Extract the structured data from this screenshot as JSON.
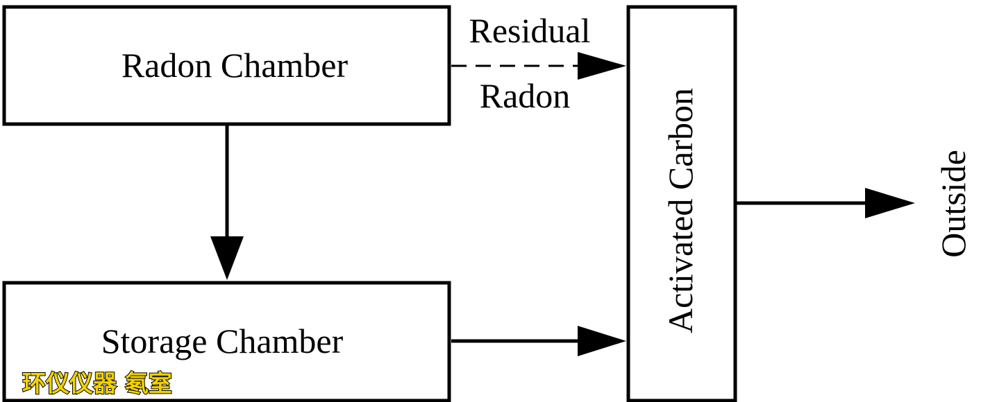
{
  "diagram": {
    "nodes": {
      "radon_chamber": "Radon Chamber",
      "storage_chamber": "Storage Chamber",
      "activated_carbon": "Activated Carbon"
    },
    "edges": {
      "residual_line1": "Residual",
      "residual_line2": "Radon",
      "outside": "Outside"
    }
  },
  "watermark": "环仪仪器 氡室"
}
